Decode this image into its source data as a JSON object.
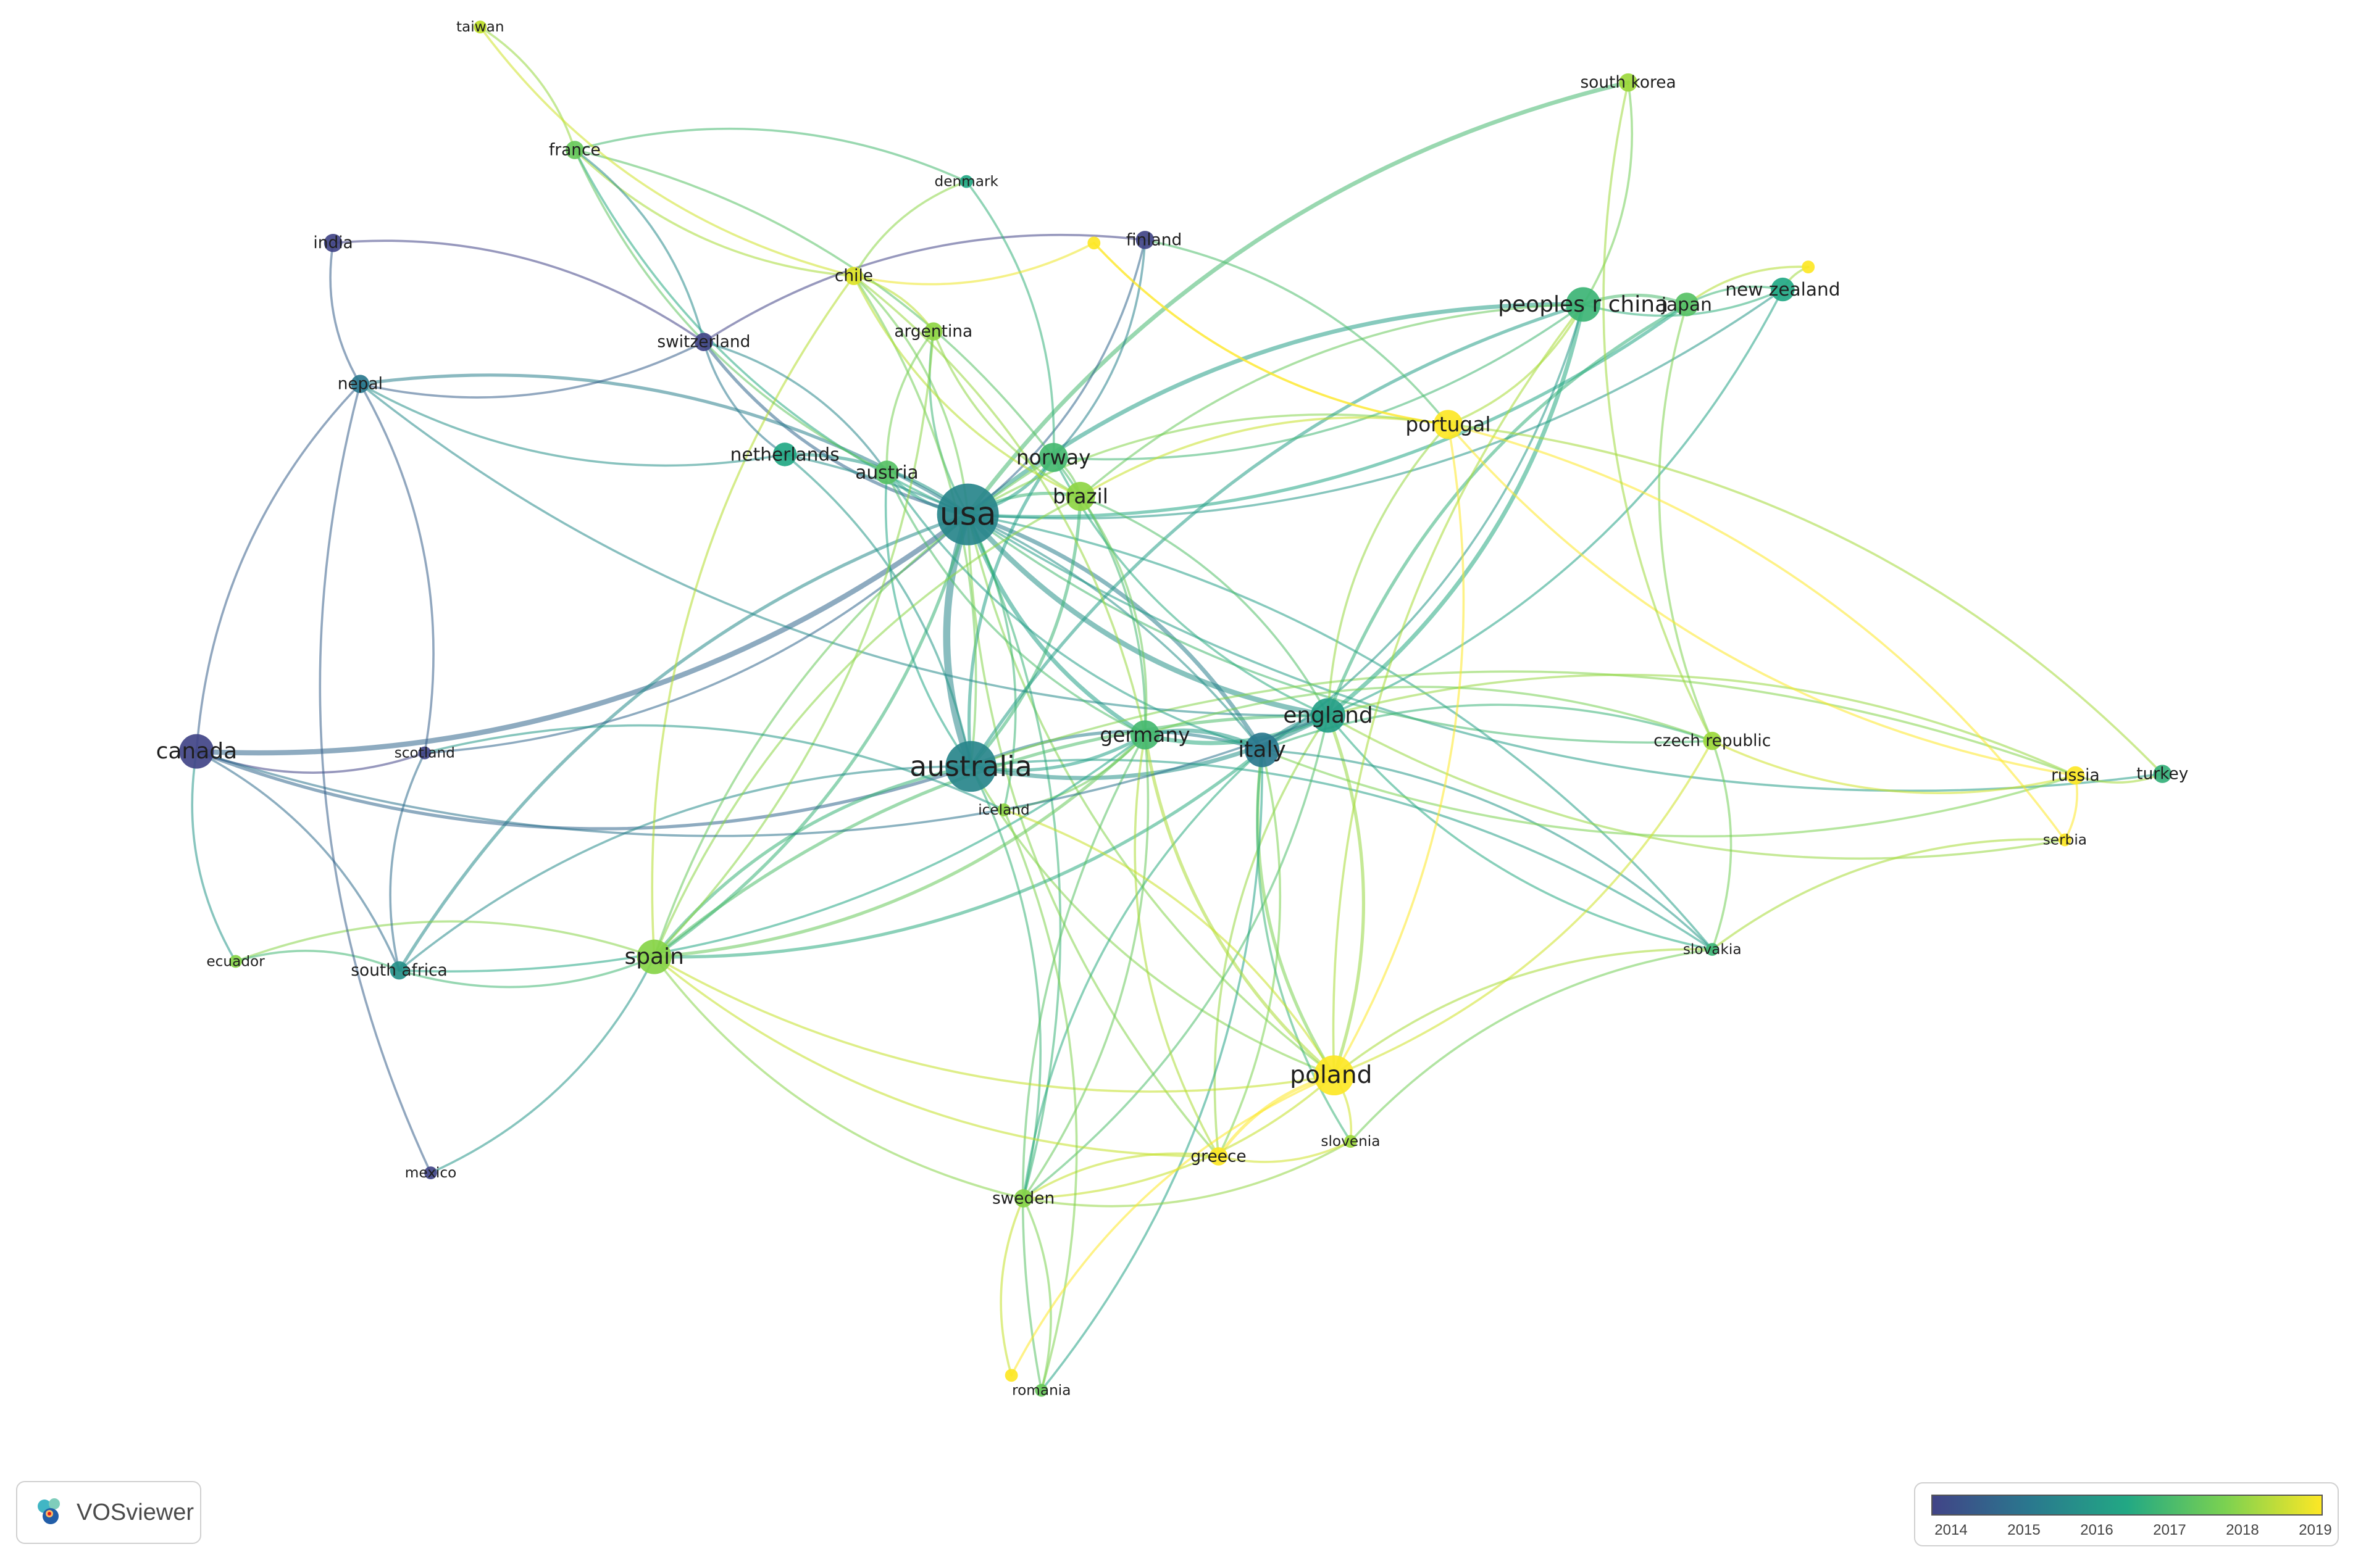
{
  "app": {
    "name": "VOSviewer"
  },
  "colors": {
    "2014": "#414487",
    "2015": "#2a788e",
    "2016": "#22a884",
    "2017": "#7ad151",
    "2018": "#bddf26",
    "2019": "#fde725"
  },
  "legend": {
    "ticks": [
      "2014",
      "2015",
      "2016",
      "2017",
      "2018",
      "2019"
    ]
  },
  "nodes": [
    {
      "id": "usa",
      "label": "usa",
      "year": 2015.3,
      "weight": 10
    },
    {
      "id": "australia",
      "label": "australia",
      "year": 2015.3,
      "weight": 8
    },
    {
      "id": "england",
      "label": "england",
      "year": 2015.8,
      "weight": 5
    },
    {
      "id": "italy",
      "label": "italy",
      "year": 2015.0,
      "weight": 5
    },
    {
      "id": "germany",
      "label": "germany",
      "year": 2016.4,
      "weight": 4
    },
    {
      "id": "poland",
      "label": "poland",
      "year": 2019.0,
      "weight": 6
    },
    {
      "id": "peoples_r_china",
      "label": "peoples r china",
      "year": 2016.3,
      "weight": 5
    },
    {
      "id": "japan",
      "label": "japan",
      "year": 2016.6,
      "weight": 3
    },
    {
      "id": "new_zealand",
      "label": "new zealand",
      "year": 2016.0,
      "weight": 3
    },
    {
      "id": "south_korea",
      "label": "south korea",
      "year": 2017.5,
      "weight": 2
    },
    {
      "id": "portugal",
      "label": "portugal",
      "year": 2019.0,
      "weight": 4
    },
    {
      "id": "brazil",
      "label": "brazil",
      "year": 2017.3,
      "weight": 4
    },
    {
      "id": "norway",
      "label": "norway",
      "year": 2016.4,
      "weight": 4
    },
    {
      "id": "austria",
      "label": "austria",
      "year": 2016.6,
      "weight": 3
    },
    {
      "id": "netherlands",
      "label": "netherlands",
      "year": 2016.0,
      "weight": 3
    },
    {
      "id": "switzerland",
      "label": "switzerland",
      "year": 2014.0,
      "weight": 2
    },
    {
      "id": "argentina",
      "label": "argentina",
      "year": 2017.3,
      "weight": 2
    },
    {
      "id": "chile",
      "label": "chile",
      "year": 2018.5,
      "weight": 2
    },
    {
      "id": "denmark",
      "label": "denmark",
      "year": 2016.0,
      "weight": 1
    },
    {
      "id": "finland",
      "label": "finland",
      "year": 2014.0,
      "weight": 2
    },
    {
      "id": "france",
      "label": "france",
      "year": 2016.8,
      "weight": 2
    },
    {
      "id": "taiwan",
      "label": "taiwan",
      "year": 2018.0,
      "weight": 1
    },
    {
      "id": "india",
      "label": "india",
      "year": 2014.0,
      "weight": 2
    },
    {
      "id": "nepal",
      "label": "nepal",
      "year": 2015.0,
      "weight": 2
    },
    {
      "id": "canada",
      "label": "canada",
      "year": 2014.0,
      "weight": 5
    },
    {
      "id": "scotland",
      "label": "scotland",
      "year": 2014.0,
      "weight": 1
    },
    {
      "id": "spain",
      "label": "spain",
      "year": 2017.2,
      "weight": 5
    },
    {
      "id": "south_africa",
      "label": "south africa",
      "year": 2015.5,
      "weight": 2
    },
    {
      "id": "ecuador",
      "label": "ecuador",
      "year": 2017.2,
      "weight": 1
    },
    {
      "id": "mexico",
      "label": "mexico",
      "year": 2014.0,
      "weight": 1
    },
    {
      "id": "iceland",
      "label": "iceland",
      "year": 2017.3,
      "weight": 1
    },
    {
      "id": "sweden",
      "label": "sweden",
      "year": 2017.2,
      "weight": 2
    },
    {
      "id": "romania",
      "label": "romania",
      "year": 2016.8,
      "weight": 1
    },
    {
      "id": "greece",
      "label": "greece",
      "year": 2019.0,
      "weight": 2
    },
    {
      "id": "slovenia",
      "label": "slovenia",
      "year": 2017.5,
      "weight": 1
    },
    {
      "id": "czech_republic",
      "label": "czech republic",
      "year": 2017.5,
      "weight": 2
    },
    {
      "id": "slovakia",
      "label": "slovakia",
      "year": 2016.3,
      "weight": 1
    },
    {
      "id": "russia",
      "label": "russia",
      "year": 2019.0,
      "weight": 2
    },
    {
      "id": "serbia",
      "label": "serbia",
      "year": 2019.0,
      "weight": 1
    },
    {
      "id": "turkey",
      "label": "turkey",
      "year": 2016.2,
      "weight": 2
    },
    {
      "id": "unlabeled_a",
      "label": "",
      "year": 2019.0,
      "weight": 1
    },
    {
      "id": "unlabeled_b",
      "label": "",
      "year": 2019.0,
      "weight": 1
    },
    {
      "id": "unlabeled_c",
      "label": "",
      "year": 2019.0,
      "weight": 1
    }
  ],
  "edges": [
    [
      "usa",
      "australia",
      6
    ],
    [
      "usa",
      "canada",
      4
    ],
    [
      "usa",
      "england",
      4
    ],
    [
      "usa",
      "italy",
      3
    ],
    [
      "usa",
      "germany",
      3
    ],
    [
      "usa",
      "peoples_r_china",
      3
    ],
    [
      "usa",
      "japan",
      2
    ],
    [
      "usa",
      "brazil",
      2
    ],
    [
      "usa",
      "norway",
      2
    ],
    [
      "usa",
      "austria",
      2
    ],
    [
      "usa",
      "netherlands",
      2
    ],
    [
      "usa",
      "switzerland",
      2
    ],
    [
      "usa",
      "nepal",
      2
    ],
    [
      "usa",
      "spain",
      2
    ],
    [
      "usa",
      "south_africa",
      2
    ],
    [
      "usa",
      "portugal",
      1
    ],
    [
      "usa",
      "new_zealand",
      1
    ],
    [
      "usa",
      "south_korea",
      3
    ],
    [
      "usa",
      "poland",
      1
    ],
    [
      "usa",
      "sweden",
      1
    ],
    [
      "usa",
      "chile",
      1
    ],
    [
      "usa",
      "argentina",
      1
    ],
    [
      "usa",
      "turkey",
      1
    ],
    [
      "usa",
      "iceland",
      1
    ],
    [
      "usa",
      "greece",
      1
    ],
    [
      "usa",
      "scotland",
      1
    ],
    [
      "usa",
      "czech_republic",
      1
    ],
    [
      "usa",
      "slovakia",
      1
    ],
    [
      "usa",
      "finland",
      1
    ],
    [
      "usa",
      "france",
      1
    ],
    [
      "australia",
      "england",
      3
    ],
    [
      "australia",
      "italy",
      2
    ],
    [
      "australia",
      "germany",
      2
    ],
    [
      "australia",
      "canada",
      2
    ],
    [
      "australia",
      "spain",
      2
    ],
    [
      "australia",
      "norway",
      2
    ],
    [
      "australia",
      "brazil",
      2
    ],
    [
      "australia",
      "peoples_r_china",
      2
    ],
    [
      "australia",
      "poland",
      1
    ],
    [
      "australia",
      "sweden",
      1
    ],
    [
      "australia",
      "south_africa",
      1
    ],
    [
      "australia",
      "russia",
      1
    ],
    [
      "australia",
      "netherlands",
      1
    ],
    [
      "australia",
      "austria",
      1
    ],
    [
      "australia",
      "chile",
      1
    ],
    [
      "australia",
      "slovakia",
      1
    ],
    [
      "england",
      "italy",
      3
    ],
    [
      "england",
      "germany",
      3
    ],
    [
      "england",
      "peoples_r_china",
      3
    ],
    [
      "england",
      "japan",
      2
    ],
    [
      "england",
      "spain",
      2
    ],
    [
      "england",
      "poland",
      2
    ],
    [
      "england",
      "greece",
      1
    ],
    [
      "england",
      "sweden",
      1
    ],
    [
      "england",
      "serbia",
      1
    ],
    [
      "england",
      "russia",
      1
    ],
    [
      "england",
      "slovakia",
      1
    ],
    [
      "england",
      "portugal",
      1
    ],
    [
      "england",
      "new_zealand",
      1
    ],
    [
      "england",
      "norway",
      1
    ],
    [
      "england",
      "brazil",
      1
    ],
    [
      "england",
      "nepal",
      1
    ],
    [
      "italy",
      "germany",
      3
    ],
    [
      "italy",
      "spain",
      2
    ],
    [
      "italy",
      "poland",
      2
    ],
    [
      "italy",
      "greece",
      1
    ],
    [
      "italy",
      "sweden",
      1
    ],
    [
      "italy",
      "romania",
      1
    ],
    [
      "italy",
      "slovenia",
      1
    ],
    [
      "italy",
      "czech_republic",
      1
    ],
    [
      "italy",
      "peoples_r_china",
      1
    ],
    [
      "italy",
      "slovakia",
      1
    ],
    [
      "italy",
      "russia",
      1
    ],
    [
      "italy",
      "austria",
      1
    ],
    [
      "italy",
      "netherlands",
      1
    ],
    [
      "germany",
      "spain",
      2
    ],
    [
      "germany",
      "poland",
      2
    ],
    [
      "germany",
      "sweden",
      1
    ],
    [
      "germany",
      "greece",
      1
    ],
    [
      "germany",
      "czech_republic",
      1
    ],
    [
      "germany",
      "norway",
      1
    ],
    [
      "germany",
      "austria",
      1
    ],
    [
      "germany",
      "brazil",
      1
    ],
    [
      "germany",
      "iceland",
      1
    ],
    [
      "germany",
      "romania",
      1
    ],
    [
      "germany",
      "south_africa",
      1
    ],
    [
      "germany",
      "chile",
      1
    ],
    [
      "poland",
      "spain",
      1
    ],
    [
      "poland",
      "greece",
      2
    ],
    [
      "poland",
      "slovenia",
      1
    ],
    [
      "poland",
      "czech_republic",
      1
    ],
    [
      "poland",
      "slovakia",
      1
    ],
    [
      "poland",
      "portugal",
      1
    ],
    [
      "poland",
      "sweden",
      1
    ],
    [
      "poland",
      "iceland",
      1
    ],
    [
      "peoples_r_china",
      "japan",
      2
    ],
    [
      "peoples_r_china",
      "new_zealand",
      1
    ],
    [
      "peoples_r_china",
      "portugal",
      1
    ],
    [
      "peoples_r_china",
      "brazil",
      1
    ],
    [
      "peoples_r_china",
      "norway",
      1
    ],
    [
      "peoples_r_china",
      "poland",
      1
    ],
    [
      "japan",
      "new_zealand",
      1
    ],
    [
      "japan",
      "czech_republic",
      1
    ],
    [
      "japan",
      "unlabeled_a",
      1
    ],
    [
      "portugal",
      "russia",
      1
    ],
    [
      "portugal",
      "serbia",
      1
    ],
    [
      "portugal",
      "brazil",
      1
    ],
    [
      "portugal",
      "unlabeled_c",
      1
    ],
    [
      "brazil",
      "norway",
      1
    ],
    [
      "brazil",
      "argentina",
      1
    ],
    [
      "brazil",
      "spain",
      1
    ],
    [
      "brazil",
      "chile",
      1
    ],
    [
      "canada",
      "scotland",
      1
    ],
    [
      "canada",
      "nepal",
      1
    ],
    [
      "canada",
      "ecuador",
      1
    ],
    [
      "canada",
      "south_africa",
      1
    ],
    [
      "canada",
      "england",
      1
    ],
    [
      "spain",
      "south_africa",
      1
    ],
    [
      "spain",
      "ecuador",
      1
    ],
    [
      "spain",
      "mexico",
      1
    ],
    [
      "spain",
      "sweden",
      1
    ],
    [
      "spain",
      "chile",
      1
    ],
    [
      "spain",
      "argentina",
      1
    ],
    [
      "spain",
      "norway",
      1
    ],
    [
      "spain",
      "greece",
      1
    ],
    [
      "sweden",
      "romania",
      1
    ],
    [
      "sweden",
      "unlabeled_b",
      1
    ],
    [
      "sweden",
      "greece",
      1
    ],
    [
      "sweden",
      "slovenia",
      1
    ],
    [
      "czech_republic",
      "slovakia",
      1
    ],
    [
      "czech_republic",
      "russia",
      1
    ],
    [
      "russia",
      "serbia",
      1
    ],
    [
      "russia",
      "turkey",
      1
    ],
    [
      "nepal",
      "india",
      1
    ],
    [
      "nepal",
      "switzerland",
      1
    ],
    [
      "nepal",
      "scotland",
      1
    ],
    [
      "nepal",
      "netherlands",
      1
    ],
    [
      "india",
      "switzerland",
      1
    ],
    [
      "switzerland",
      "netherlands",
      1
    ],
    [
      "switzerland",
      "austria",
      1
    ],
    [
      "france",
      "taiwan",
      1
    ],
    [
      "france",
      "denmark",
      1
    ],
    [
      "france",
      "chile",
      1
    ],
    [
      "france",
      "norway",
      1
    ],
    [
      "france",
      "austria",
      1
    ],
    [
      "france",
      "switzerland",
      1
    ],
    [
      "taiwan",
      "chile",
      1
    ],
    [
      "finland",
      "norway",
      1
    ],
    [
      "finland",
      "switzerland",
      1
    ],
    [
      "finland",
      "portugal",
      1
    ],
    [
      "denmark",
      "chile",
      1
    ],
    [
      "denmark",
      "norway",
      1
    ],
    [
      "chile",
      "unlabeled_c",
      1
    ],
    [
      "chile",
      "argentina",
      1
    ],
    [
      "argentina",
      "austria",
      1
    ],
    [
      "south_korea",
      "peoples_r_china",
      1
    ],
    [
      "south_korea",
      "czech_republic",
      1
    ],
    [
      "new_zealand",
      "unlabeled_a",
      1
    ],
    [
      "turkey",
      "portugal",
      1
    ],
    [
      "iceland",
      "romania",
      1
    ],
    [
      "greece",
      "slovenia",
      1
    ],
    [
      "slovenia",
      "slovakia",
      1
    ],
    [
      "south_africa",
      "ecuador",
      1
    ],
    [
      "scotland",
      "iceland",
      1
    ],
    [
      "scotland",
      "south_africa",
      1
    ],
    [
      "mexico",
      "nepal",
      1
    ],
    [
      "serbia",
      "slovakia",
      1
    ],
    [
      "unlabeled_b",
      "poland",
      1
    ],
    [
      "unlabeled_c",
      "portugal",
      1
    ]
  ]
}
